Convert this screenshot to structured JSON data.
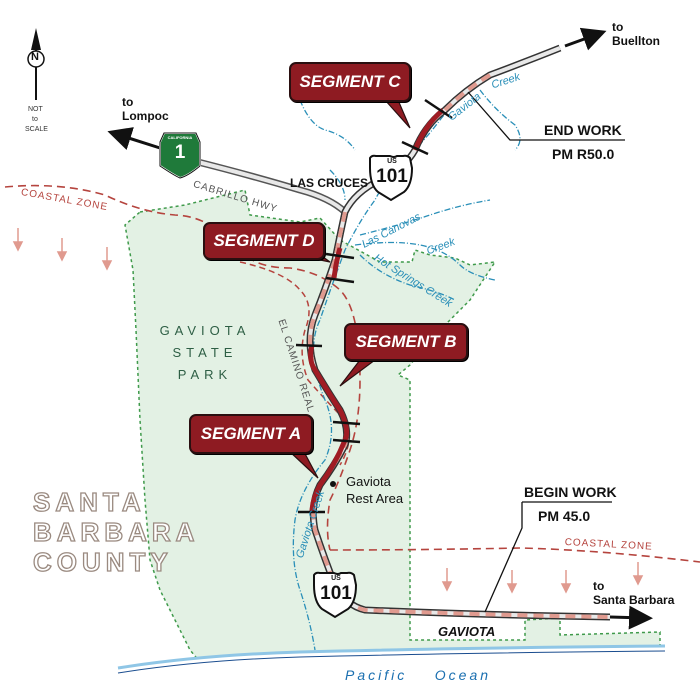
{
  "compass": {
    "letter": "N",
    "not_to_scale": [
      "NOT",
      "to",
      "SCALE"
    ]
  },
  "destinations": {
    "buellton": [
      "to",
      "Buellton"
    ],
    "lompoc": [
      "to",
      "Lompoc"
    ],
    "santa_barbara": [
      "to",
      "Santa Barbara"
    ]
  },
  "shields": {
    "ca1": {
      "header": "CALIFORNIA",
      "number": "1"
    },
    "us101_north": {
      "header": "US",
      "number": "101"
    },
    "us101_south": {
      "header": "US",
      "number": "101"
    }
  },
  "segments": {
    "a": "SEGMENT A",
    "b": "SEGMENT B",
    "c": "SEGMENT C",
    "d": "SEGMENT D"
  },
  "work_limits": {
    "end": {
      "title": "END WORK",
      "pm": "PM R50.0"
    },
    "begin": {
      "title": "BEGIN WORK",
      "pm": "PM 45.0"
    }
  },
  "places": {
    "las_cruces": "LAS CRUCES",
    "gaviota": "GAVIOTA",
    "rest_area": [
      "Gaviota",
      "Rest Area"
    ]
  },
  "roads": {
    "cabrillo": "CABRILLO HWY",
    "el_camino": "EL CAMINO REAL"
  },
  "water": {
    "gaviota_creek_north": "Gaviota",
    "creek_north": "Creek",
    "las_canovas": "Las Canovas",
    "las_canovas_creek": "Creek",
    "hot_springs": "Hot Springs Creek",
    "gaviota_creek_south": "Gaviota Creek",
    "ocean": "Pacific    Ocean"
  },
  "zones": {
    "coastal_north": "COASTAL ZONE",
    "coastal_south": "COASTAL ZONE"
  },
  "park": [
    "GAVIOTA",
    "STATE",
    "PARK"
  ],
  "county": [
    "SANTA",
    "BARBARA",
    "COUNTY"
  ],
  "colors": {
    "park_fill": "#e3f1e4",
    "park_edge": "#3f9a4b",
    "segment_fill": "#8e1b22",
    "highway_work": "#e09a8f",
    "creek": "#2a8fb8",
    "coastal_zone": "#b5443e",
    "ocean": "#8fc6e6"
  }
}
